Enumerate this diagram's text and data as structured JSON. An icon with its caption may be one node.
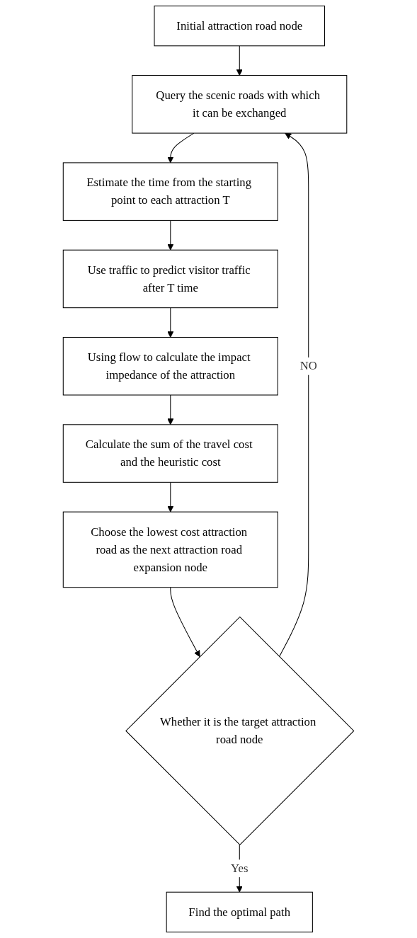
{
  "diagram": {
    "nodes": [
      {
        "text": [
          "Initial attraction road node"
        ]
      },
      {
        "text": [
          "Query the scenic roads with which it can be exchanged"
        ]
      },
      {
        "text": [
          "Estimate the time from the starting point to each attraction T"
        ]
      },
      {
        "text": [
          "Use traffic to predict visitor traffic after T time"
        ]
      },
      {
        "text": [
          "Using flow to calculate the impact impedance of the attraction"
        ]
      },
      {
        "text": [
          "Calculate the sum of the travel cost and the heuristic cost"
        ]
      },
      {
        "text": [
          "Choose the lowest cost attraction road as the next attraction road expansion node"
        ]
      },
      {
        "text": [
          "Whether it is the target attraction road node"
        ]
      },
      {
        "text": [
          "Find the optimal path"
        ]
      }
    ],
    "edges": [
      {
        "from": 0,
        "to": 1,
        "arrow": "to"
      },
      {
        "from": 1,
        "to": 2,
        "arrow": "to"
      },
      {
        "from": 2,
        "to": 3,
        "arrow": "to"
      },
      {
        "from": 3,
        "to": 4,
        "arrow": "to"
      },
      {
        "from": 4,
        "to": 5,
        "arrow": "to"
      },
      {
        "from": 5,
        "to": 6,
        "arrow": "to"
      },
      {
        "from": 6,
        "to": 7,
        "arrow": "to"
      },
      {
        "from": 7,
        "to": 1,
        "arrow": "to",
        "label": "NO"
      },
      {
        "from": 7,
        "to": 8,
        "arrow": "to",
        "label": "Yes"
      }
    ]
  }
}
